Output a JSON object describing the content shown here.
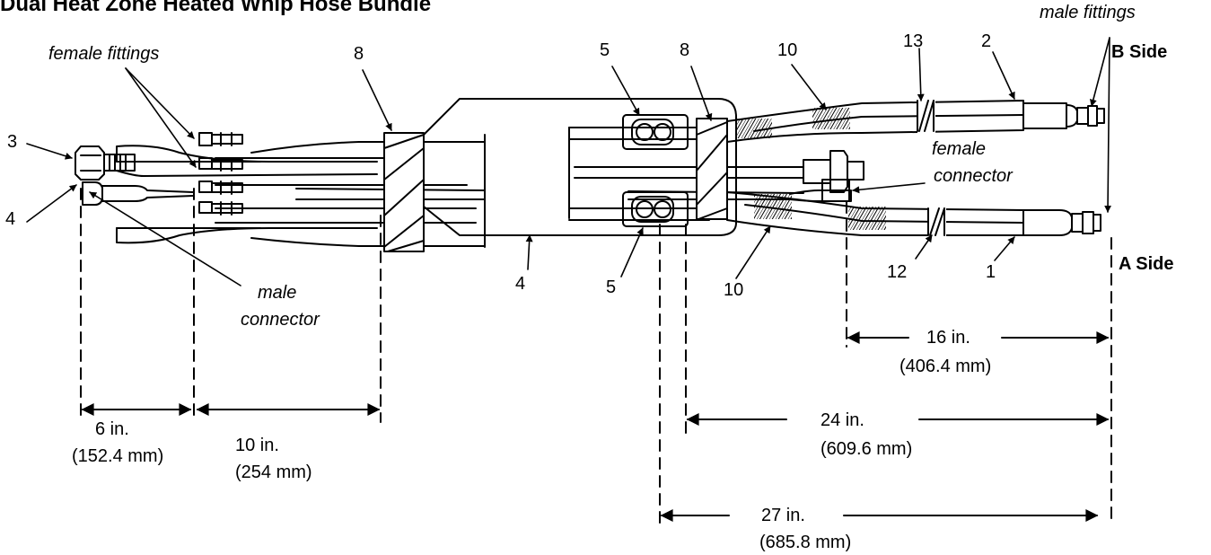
{
  "title": "Dual Heat Zone Heated Whip Hose Bundle",
  "callouts": {
    "n1": "1",
    "n2": "2",
    "n3": "3",
    "n4a": "4",
    "n4b": "4",
    "n5a": "5",
    "n5b": "5",
    "n8a": "8",
    "n8b": "8",
    "n10a": "10",
    "n10b": "10",
    "n12": "12",
    "n13": "13"
  },
  "labels": {
    "female_fittings": "female fittings",
    "male_fittings": "male fittings",
    "male_connector_1": "male",
    "male_connector_2": "connector",
    "female_connector_1": "female",
    "female_connector_2": "connector",
    "b_side": "B Side",
    "a_side": "A Side"
  },
  "dimensions": [
    {
      "imperial": "6 in.",
      "metric": "(152.4 mm)"
    },
    {
      "imperial": "10 in.",
      "metric": "(254 mm)"
    },
    {
      "imperial": "16 in.",
      "metric": "(406.4 mm)"
    },
    {
      "imperial": "24 in.",
      "metric": "(609.6 mm)"
    },
    {
      "imperial": "27 in.",
      "metric": "(685.8 mm)"
    }
  ],
  "colors": {
    "ink": "#000000",
    "paper": "#ffffff"
  }
}
